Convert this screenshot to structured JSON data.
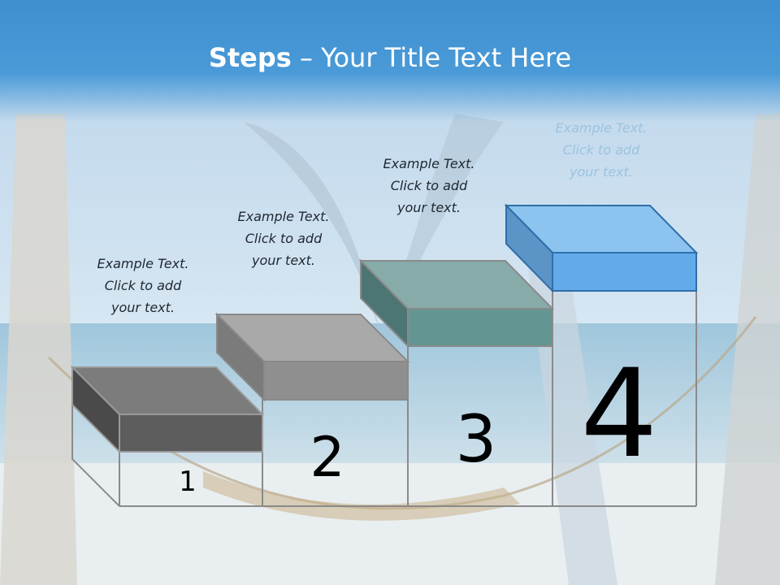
{
  "title": {
    "bold": "Steps",
    "rest": " – Your Title Text Here"
  },
  "steps": [
    {
      "number": "1",
      "lines": [
        "Example Text.",
        "Click  to add",
        "your text."
      ],
      "color": "#5d5d5d"
    },
    {
      "number": "2",
      "lines": [
        "Example Text.",
        "Click  to add",
        "your text."
      ],
      "color": "#8c8c8c"
    },
    {
      "number": "3",
      "lines": [
        "Example Text.",
        "Click  to add",
        "your text."
      ],
      "color": "#5f8f8c"
    },
    {
      "number": "4",
      "lines": [
        "Example Text.",
        "Click  to add",
        "your text."
      ],
      "color": "#5aa6e6"
    }
  ],
  "colors": {
    "title_bar": "#3e8fcf",
    "sky": "#c8dff0",
    "sea": "#7fb3cf"
  }
}
